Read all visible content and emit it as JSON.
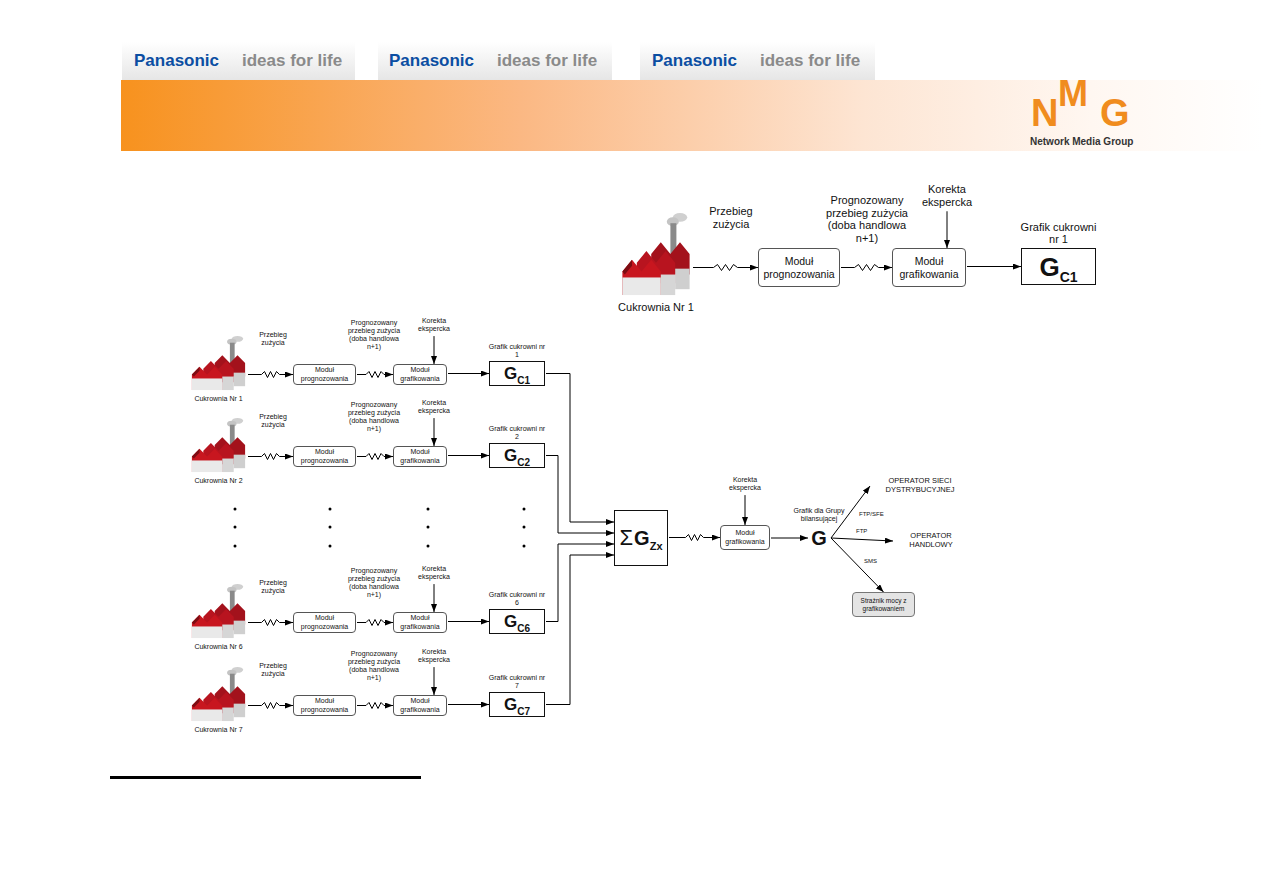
{
  "diagram": {
    "nodes": [
      {
        "text": [
          "Cukrownia Nr 1"
        ]
      },
      {
        "text": [
          "Moduł prognozowania"
        ]
      },
      {
        "text": [
          "Moduł grafikowania"
        ]
      },
      {
        "text": [
          "Grafik cukrowni nr 1",
          "G",
          "C1"
        ]
      },
      {
        "text": [
          "Cukrownia Nr 1"
        ]
      },
      {
        "text": [
          "Moduł prognozowania"
        ]
      },
      {
        "text": [
          "Moduł grafikowania"
        ]
      },
      {
        "text": [
          "Grafik cukrowni nr 1",
          "G",
          "C1"
        ]
      },
      {
        "text": [
          "Cukrownia Nr 2"
        ]
      },
      {
        "text": [
          "Moduł prognozowania"
        ]
      },
      {
        "text": [
          "Moduł grafikowania"
        ]
      },
      {
        "text": [
          "Grafik cukrowni nr 2",
          "G",
          "C2"
        ]
      },
      {
        "text": [
          "Cukrownia Nr 6"
        ]
      },
      {
        "text": [
          "Moduł prognozowania"
        ]
      },
      {
        "text": [
          "Moduł grafikowania"
        ]
      },
      {
        "text": [
          "Grafik cukrowni nr 6",
          "G",
          "C6"
        ]
      },
      {
        "text": [
          "Cukrownia Nr 7"
        ]
      },
      {
        "text": [
          "Moduł prognozowania"
        ]
      },
      {
        "text": [
          "Moduł grafikowania"
        ]
      },
      {
        "text": [
          "Grafik cukrowni nr 7",
          "G",
          "C7"
        ]
      },
      {
        "text": [
          "Σ",
          "G",
          "Zx"
        ]
      },
      {
        "text": [
          "Moduł grafikowania"
        ]
      },
      {
        "text": [
          "Grafik dla Grupy bilansującej",
          "G"
        ]
      },
      {
        "text": [
          "OPERATOR SIECI DYSTRYBUCYJNEJ"
        ]
      },
      {
        "text": [
          "OPERATOR HANDLOWY"
        ]
      },
      {
        "text": [
          "Strażnik mocy z grafikowaniem"
        ]
      }
    ],
    "edges": [
      {
        "from": 0,
        "to": 1,
        "arrow": "to",
        "label": "Przebieg zużycia"
      },
      {
        "from": 1,
        "to": 2,
        "arrow": "to",
        "label": "Prognozowany przebieg zużycia (doba handlowa n+1)"
      },
      {
        "from": 2,
        "to": 3,
        "arrow": "to"
      },
      {
        "from": 4,
        "to": 5,
        "arrow": "to",
        "label": "Przebieg zużycia"
      },
      {
        "from": 5,
        "to": 6,
        "arrow": "to",
        "label": "Prognozowany przebieg zużycia (doba handlowa n+1)"
      },
      {
        "from": 6,
        "to": 7,
        "arrow": "to"
      },
      {
        "from": 8,
        "to": 9,
        "arrow": "to",
        "label": "Przebieg zużycia"
      },
      {
        "from": 9,
        "to": 10,
        "arrow": "to",
        "label": "Prognozowany przebieg zużycia (doba handlowa n+1)"
      },
      {
        "from": 10,
        "to": 11,
        "arrow": "to"
      },
      {
        "from": 12,
        "to": 13,
        "arrow": "to",
        "label": "Przebieg zużycia"
      },
      {
        "from": 13,
        "to": 14,
        "arrow": "to",
        "label": "Prognozowany przebieg zużycia (doba handlowa n+1)"
      },
      {
        "from": 14,
        "to": 15,
        "arrow": "to"
      },
      {
        "from": 16,
        "to": 17,
        "arrow": "to",
        "label": "Przebieg zużycia"
      },
      {
        "from": 17,
        "to": 18,
        "arrow": "to",
        "label": "Prognozowany przebieg zużycia (doba handlowa n+1)"
      },
      {
        "from": 18,
        "to": 19,
        "arrow": "to"
      },
      {
        "from": 7,
        "to": 20,
        "arrow": "to"
      },
      {
        "from": 11,
        "to": 20,
        "arrow": "to"
      },
      {
        "from": 15,
        "to": 20,
        "arrow": "to"
      },
      {
        "from": 19,
        "to": 20,
        "arrow": "to"
      },
      {
        "from": 20,
        "to": 21,
        "arrow": "to"
      },
      {
        "from": 21,
        "to": 22,
        "arrow": "to"
      },
      {
        "from": 22,
        "to": 23,
        "arrow": "to",
        "label": "FTP/SFE"
      },
      {
        "from": 22,
        "to": 24,
        "arrow": "to",
        "label": "FTP"
      },
      {
        "from": 22,
        "to": 25,
        "arrow": "to",
        "label": "SMS"
      }
    ],
    "labels": [
      "Panasonic",
      "ideas for life",
      "Panasonic",
      "ideas for life",
      "Panasonic",
      "ideas for life",
      "N",
      "M",
      "G",
      "Network Media Group",
      "Korekta ekspercka",
      "Korekta ekspercka",
      "Korekta ekspercka",
      "Korekta ekspercka",
      "Korekta ekspercka",
      "Korekta ekspercka"
    ]
  }
}
